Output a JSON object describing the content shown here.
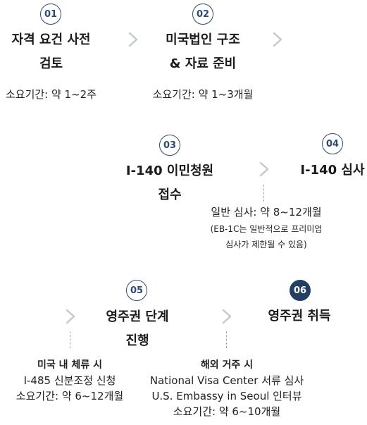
{
  "steps": [
    {
      "num": "01",
      "title_l1": "자격 요건 사전",
      "title_l2": "검토",
      "duration": "소요기간: 약 1~2주"
    },
    {
      "num": "02",
      "title_l1": "미국법인 구조",
      "title_l2": "& 자료 준비",
      "duration": "소요기간: 약 1~3개월"
    },
    {
      "num": "03",
      "title_l1": "I-140 이민청원",
      "title_l2": "접수"
    },
    {
      "num": "04",
      "title_l1": "I-140 심사",
      "review_time": "일반 심사: 약 8~12개월",
      "note_l1": "(EB-1C는 일반적으로 프리미엄",
      "note_l2": "심사가 제한될 수 있음)"
    },
    {
      "num": "05",
      "title_l1": "영주권 단계",
      "title_l2": "진행"
    },
    {
      "num": "06",
      "title_l1": "영주권 취득"
    }
  ],
  "branches": {
    "domestic": {
      "heading": "미국 내 체류 시",
      "line1": "I-485 신분조정 신청",
      "duration": "소요기간: 약 6~12개월"
    },
    "abroad": {
      "heading": "해외 거주 시",
      "line1": "National Visa Center 서류 심사",
      "line2": "U.S. Embassy in Seoul 인터뷰",
      "duration": "소요기간: 약 6~10개월"
    }
  },
  "colors": {
    "accent": "#2d4a6e",
    "accent_fill": "#253f63",
    "chevron": "#c4c9cf"
  }
}
